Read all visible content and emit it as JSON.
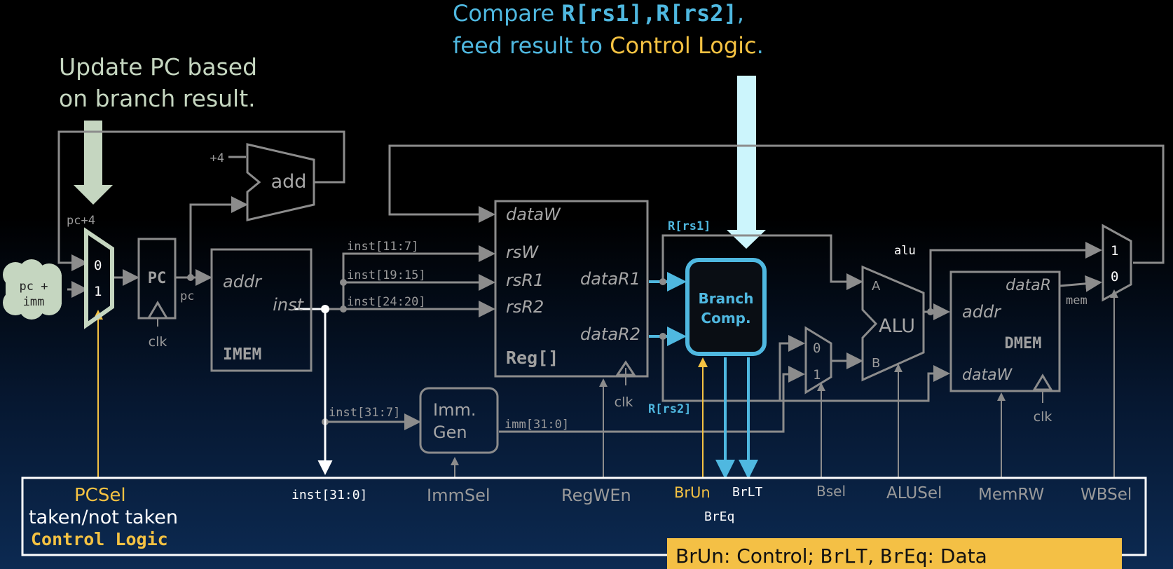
{
  "captions": {
    "top_line1_a": "Compare ",
    "top_line1_b": "R[rs1]",
    "top_line1_c": ",",
    "top_line1_d": "R[rs2]",
    "top_line1_e": ",",
    "top_line2_a": "feed result to ",
    "top_line2_b": "Control Logic",
    "top_line2_c": ".",
    "left_line1": "Update PC based",
    "left_line2": "on branch result."
  },
  "blocks": {
    "pc": "PC",
    "imem_addr": "addr",
    "imem_inst": "inst",
    "imem_name": "IMEM",
    "reg_dataW": "dataW",
    "reg_rsW": "rsW",
    "reg_rsR1": "rsR1",
    "reg_rsR2": "rsR2",
    "reg_dataR1": "dataR1",
    "reg_dataR2": "dataR2",
    "reg_name": "Reg[]",
    "imm_line1": "Imm.",
    "imm_line2": "Gen",
    "branch_line1": "Branch",
    "branch_line2": "Comp.",
    "alu_name": "ALU",
    "alu_a": "A",
    "alu_b": "B",
    "dmem_dataR": "dataR",
    "dmem_addr": "addr",
    "dmem_dataW": "dataW",
    "dmem_name": "DMEM",
    "add_name": "add",
    "pc_imm_line1": "pc +",
    "pc_imm_line2": "imm"
  },
  "wire_labels": {
    "plus4": "+4",
    "pcplus4": "pc+4",
    "pc": "pc",
    "clk_pc": "clk",
    "clk_reg": "clk",
    "clk_dmem": "clk",
    "inst_11_7": "inst[11:7]",
    "inst_19_15": "inst[19:15]",
    "inst_24_20": "inst[24:20]",
    "inst_31_7": "inst[31:7]",
    "imm_31_0": "imm[31:0]",
    "r_rs1": "R[rs1]",
    "r_rs2": "R[rs2]",
    "alu": "alu",
    "mem": "mem",
    "mux_pc_0": "0",
    "mux_pc_1": "1",
    "mux_b_0": "0",
    "mux_b_1": "1",
    "mux_wb_1": "1",
    "mux_wb_0": "0"
  },
  "control": {
    "pcsel": "PCSel",
    "taken": "taken/not taken",
    "title": "Control Logic",
    "inst_31_0": "inst[31:0]",
    "immsel": "ImmSel",
    "regwen": "RegWEn",
    "brun": "BrUn",
    "brlt": "BrLT",
    "breq": "BrEq",
    "bsel": "Bsel",
    "alusel": "ALUSel",
    "memrw": "MemRW",
    "wbsel": "WBSel"
  },
  "note": {
    "a": "BrUn",
    "b": ": Control; ",
    "c": "BrLT",
    "d": ", ",
    "e": "BrEq",
    "f": ": Data"
  },
  "colors": {
    "wire": "#8c8c8c",
    "branch_blue": "#4fb8e0",
    "highlight_cyan": "#ccf5fc",
    "control_yellow": "#f5c242",
    "note_bg": "#f4c045",
    "sage": "#c5d6c0"
  }
}
